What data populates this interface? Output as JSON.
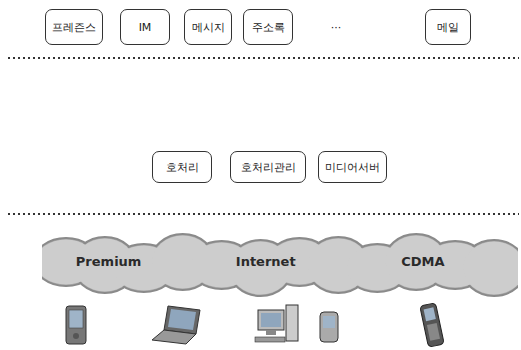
{
  "diagram": {
    "nodes": [
      {
        "text": [
          "프레즌스"
        ]
      },
      {
        "text": [
          "IM"
        ]
      },
      {
        "text": [
          "메시지"
        ]
      },
      {
        "text": [
          "주소록"
        ]
      },
      {
        "text": [
          "메일"
        ]
      },
      {
        "text": [
          "호처리"
        ]
      },
      {
        "text": [
          "호처리관리"
        ]
      },
      {
        "text": [
          "미디어서버"
        ]
      },
      {
        "text": [
          "Premium",
          "Internet",
          "CDMA"
        ]
      }
    ],
    "labels": [
      "···"
    ]
  }
}
